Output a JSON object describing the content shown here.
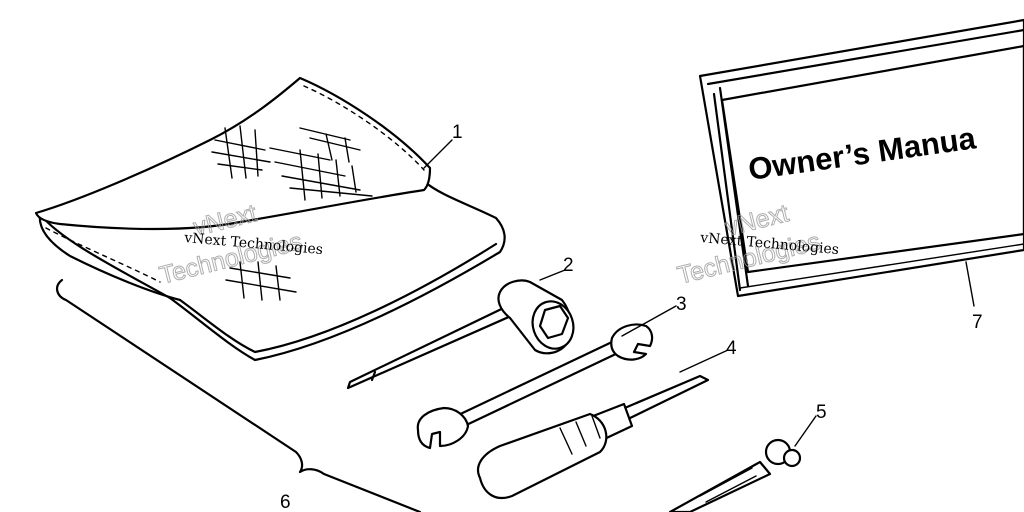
{
  "callouts": {
    "c1": "1",
    "c2": "2",
    "c3": "3",
    "c4": "4",
    "c5": "5",
    "c6": "6",
    "c7": "7"
  },
  "manual": {
    "title": "Owner’s Manua"
  },
  "watermark": {
    "line1": "vNext Technologies",
    "big1": "vNext",
    "big2": "Technologies"
  },
  "colors": {
    "ink": "#000000",
    "watermark": "#9a9a9a",
    "background": "#ffffff"
  }
}
